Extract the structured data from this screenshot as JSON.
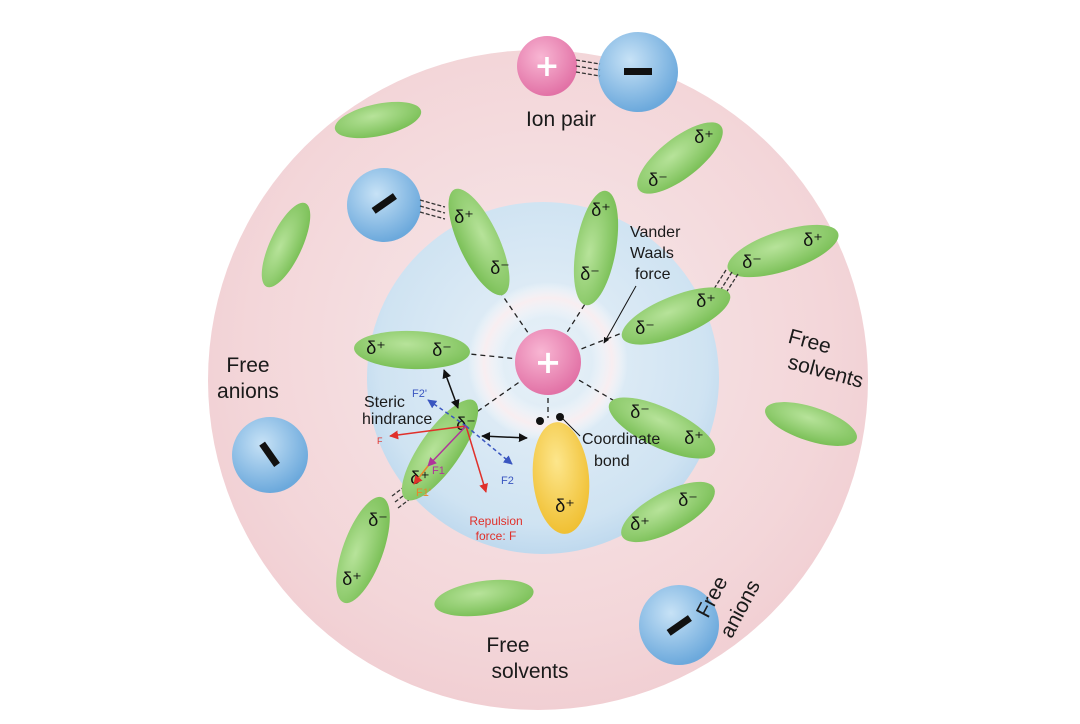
{
  "labels": {
    "ion_pair": "Ion pair",
    "vdw_line1": "Vander",
    "vdw_line2": "Waals",
    "vdw_line3": "force",
    "free_solvents_right_1": "Free",
    "free_solvents_right_2": "solvents",
    "free_anions_left_1": "Free",
    "free_anions_left_2": "anions",
    "steric_1": "Steric",
    "steric_2": "hindrance",
    "coord_1": "Coordinate",
    "coord_2": "bond",
    "repulsion_1": "Repulsion",
    "repulsion_2": "force: F",
    "free_solvents_bottom_1": "Free",
    "free_solvents_bottom_2": "solvents",
    "free_anions_bottom_1": "Free",
    "free_anions_bottom_2": "anions"
  },
  "forces": {
    "f2_prime": "F2'",
    "f2": "F2",
    "f1": "F1",
    "f1_prime": "F1'",
    "f": "F"
  },
  "symbols": {
    "delta_plus": "δ⁺",
    "delta_minus": "δ⁻",
    "cation_sign": "+"
  },
  "colors": {
    "outer_sphere": "#f6dede",
    "inner_sphere": "#cfe3f2",
    "solvent": "#8fcf6a",
    "cation": "#ef86b4",
    "anion": "#8ec2ea",
    "anion_solvent": "#f4c93c",
    "repulsion": "#e0302a",
    "component": "#3a56c0",
    "f1_arrow": "#b0359a"
  }
}
